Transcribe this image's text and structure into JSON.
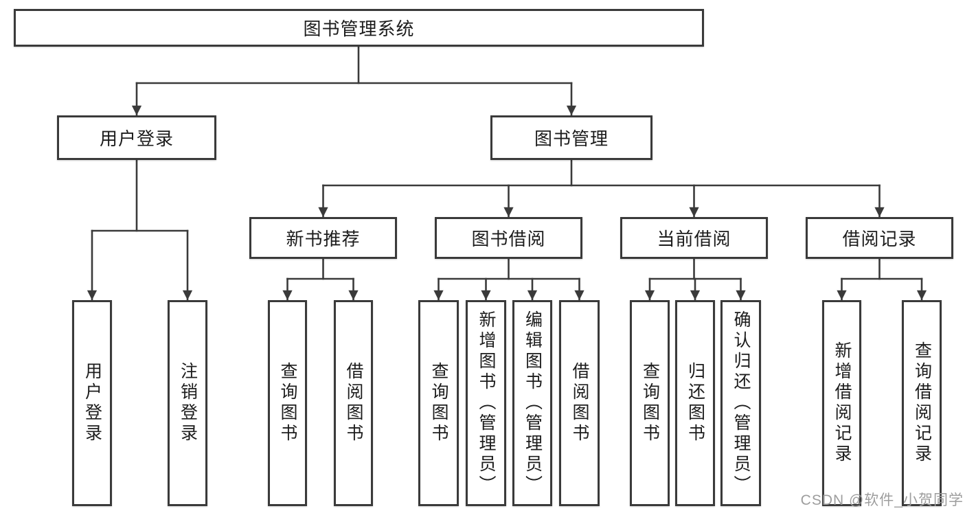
{
  "title": "图书管理系统",
  "branches": [
    {
      "label": "用户登录",
      "children": [
        "用户登录",
        "注销登录"
      ]
    },
    {
      "label": "图书管理",
      "groups": [
        {
          "label": "新书推荐",
          "children": [
            "查询图书",
            "借阅图书"
          ]
        },
        {
          "label": "图书借阅",
          "children": [
            "查询图书",
            "新增图书（管理员）",
            "编辑图书（管理员）",
            "借阅图书"
          ]
        },
        {
          "label": "当前借阅",
          "children": [
            "查询图书",
            "归还图书",
            "确认归还（管理员）"
          ]
        },
        {
          "label": "借阅记录",
          "children": [
            "新增借阅记录",
            "查询借阅记录"
          ]
        }
      ]
    }
  ],
  "watermark": "CSDN @软件_小贺同学"
}
